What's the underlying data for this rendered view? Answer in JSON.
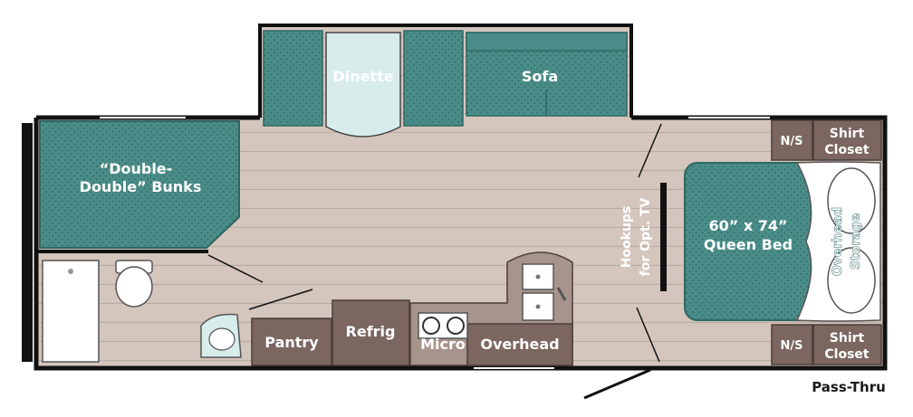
{
  "labels": {
    "dinette": "Dinette",
    "sofa": "Sofa",
    "bunks_line1": "“Double-",
    "bunks_line2": "Double” Bunks",
    "refrig": "Refrig",
    "pantry": "Pantry",
    "micro": "Micro",
    "overhead": "Overhead",
    "tv_line1": "Hookups",
    "tv_line2": "for Opt. TV",
    "bed_line1": "60” x 74”",
    "bed_line2": "Queen Bed",
    "storage_line1": "Overhead",
    "storage_line2": "Storage",
    "ns_top": "N/S",
    "ns_bottom": "N/S",
    "closet_top_1": "Shirt",
    "closet_top_2": "Closet",
    "closet_bottom_1": "Shirt",
    "closet_bottom_2": "Closet",
    "pass_thru": "Pass-Thru"
  },
  "colors": {
    "floor": "#d4c6bc",
    "floor_line": "#b9aca2",
    "teal": "#4a8d88",
    "teal_dark": "#2f6764",
    "cabinet": "#7b6660",
    "cabinet_light": "#a7948c",
    "wall": "#111111",
    "fixture": "#ffffff",
    "ice": "#d8ecec"
  }
}
